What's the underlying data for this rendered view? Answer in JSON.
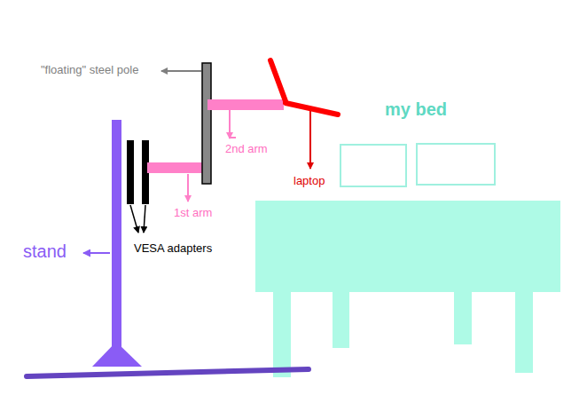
{
  "diagram": {
    "labels": [
      "\"floating\" steel pole",
      "my bed",
      "2nd arm",
      "laptop",
      "1st arm",
      "stand",
      "VESA adapters"
    ]
  }
}
